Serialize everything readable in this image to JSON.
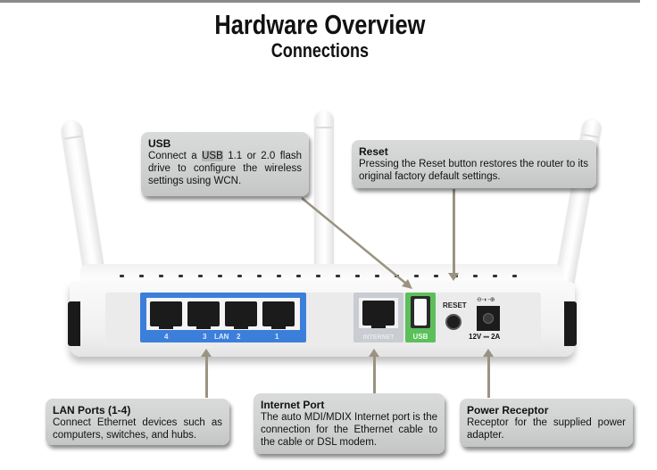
{
  "header": {
    "title": "Hardware Overview",
    "subtitle": "Connections"
  },
  "router": {
    "lan_port_labels": [
      "4",
      "3",
      "LAN",
      "2",
      "1"
    ],
    "internet_label": "INTERNET",
    "usb_label": "USB",
    "reset_label": "RESET",
    "power_symbol": "⊖-◐-⊕",
    "power_rating": "12V ⎓ 2A",
    "colors": {
      "lan_panel": "#3c7fdb",
      "usb_panel": "#5cbf5c",
      "internet_panel": "#c9ccd2"
    }
  },
  "callouts": {
    "usb": {
      "heading": "USB",
      "body_pre": "Connect a ",
      "body_highlight": "USB",
      "body_post": " 1.1 or 2.0 flash drive to configure the wireless settings using WCN."
    },
    "reset": {
      "heading": "Reset",
      "body": "Pressing the Reset button restores the router to its original factory default settings."
    },
    "lan": {
      "heading": "LAN Ports (1-4)",
      "body": "Connect Ethernet devices such as computers, switches, and hubs."
    },
    "internet": {
      "heading": "Internet Port",
      "body": "The auto MDI/MDIX Internet port is the connection for the Ethernet cable to the cable or DSL modem."
    },
    "power": {
      "heading": "Power Receptor",
      "body": "Receptor for the supplied power adapter."
    }
  },
  "connector_color": "#9a9382"
}
